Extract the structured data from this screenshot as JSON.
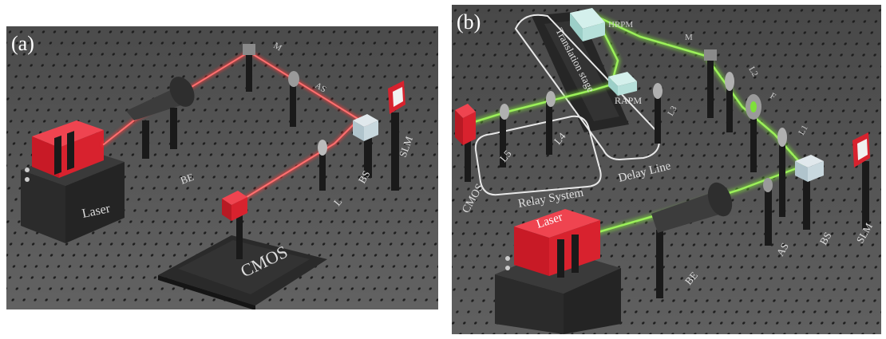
{
  "panels": [
    {
      "id": "a",
      "tag": "(a)",
      "labels": {
        "laser": "Laser",
        "be": "BE",
        "m": "M",
        "as": "AS",
        "slm": "SLM",
        "bs": "BS",
        "l": "L",
        "cmos": "CMOS"
      }
    },
    {
      "id": "b",
      "tag": "(b)",
      "labels": {
        "hrpm": "HRPM",
        "translation_stage": "Translation stage",
        "m": "M",
        "l2": "L2",
        "rapm": "RAPM",
        "l3": "L3",
        "f": "F",
        "l1": "L1",
        "l4": "L4",
        "l5": "L5",
        "cmos": "CMOS",
        "relay_system": "Relay System",
        "delay_line": "Delay Line",
        "laser": "Laser",
        "be": "BE",
        "as": "AS",
        "bs": "BS",
        "slm": "SLM"
      }
    }
  ],
  "colors": {
    "table": "#5a5a5a",
    "table_dark": "#454545",
    "hole": "#1e1e1e",
    "laser_red": "#d8222e",
    "beam_red": "#ff3a3a",
    "beam_green": "#7fe03a",
    "mount_black": "#1a1a1a",
    "optic_gray": "#b8b8b8",
    "prism_cyan": "#bfe8e4",
    "label_light": "#d8d8d8"
  }
}
